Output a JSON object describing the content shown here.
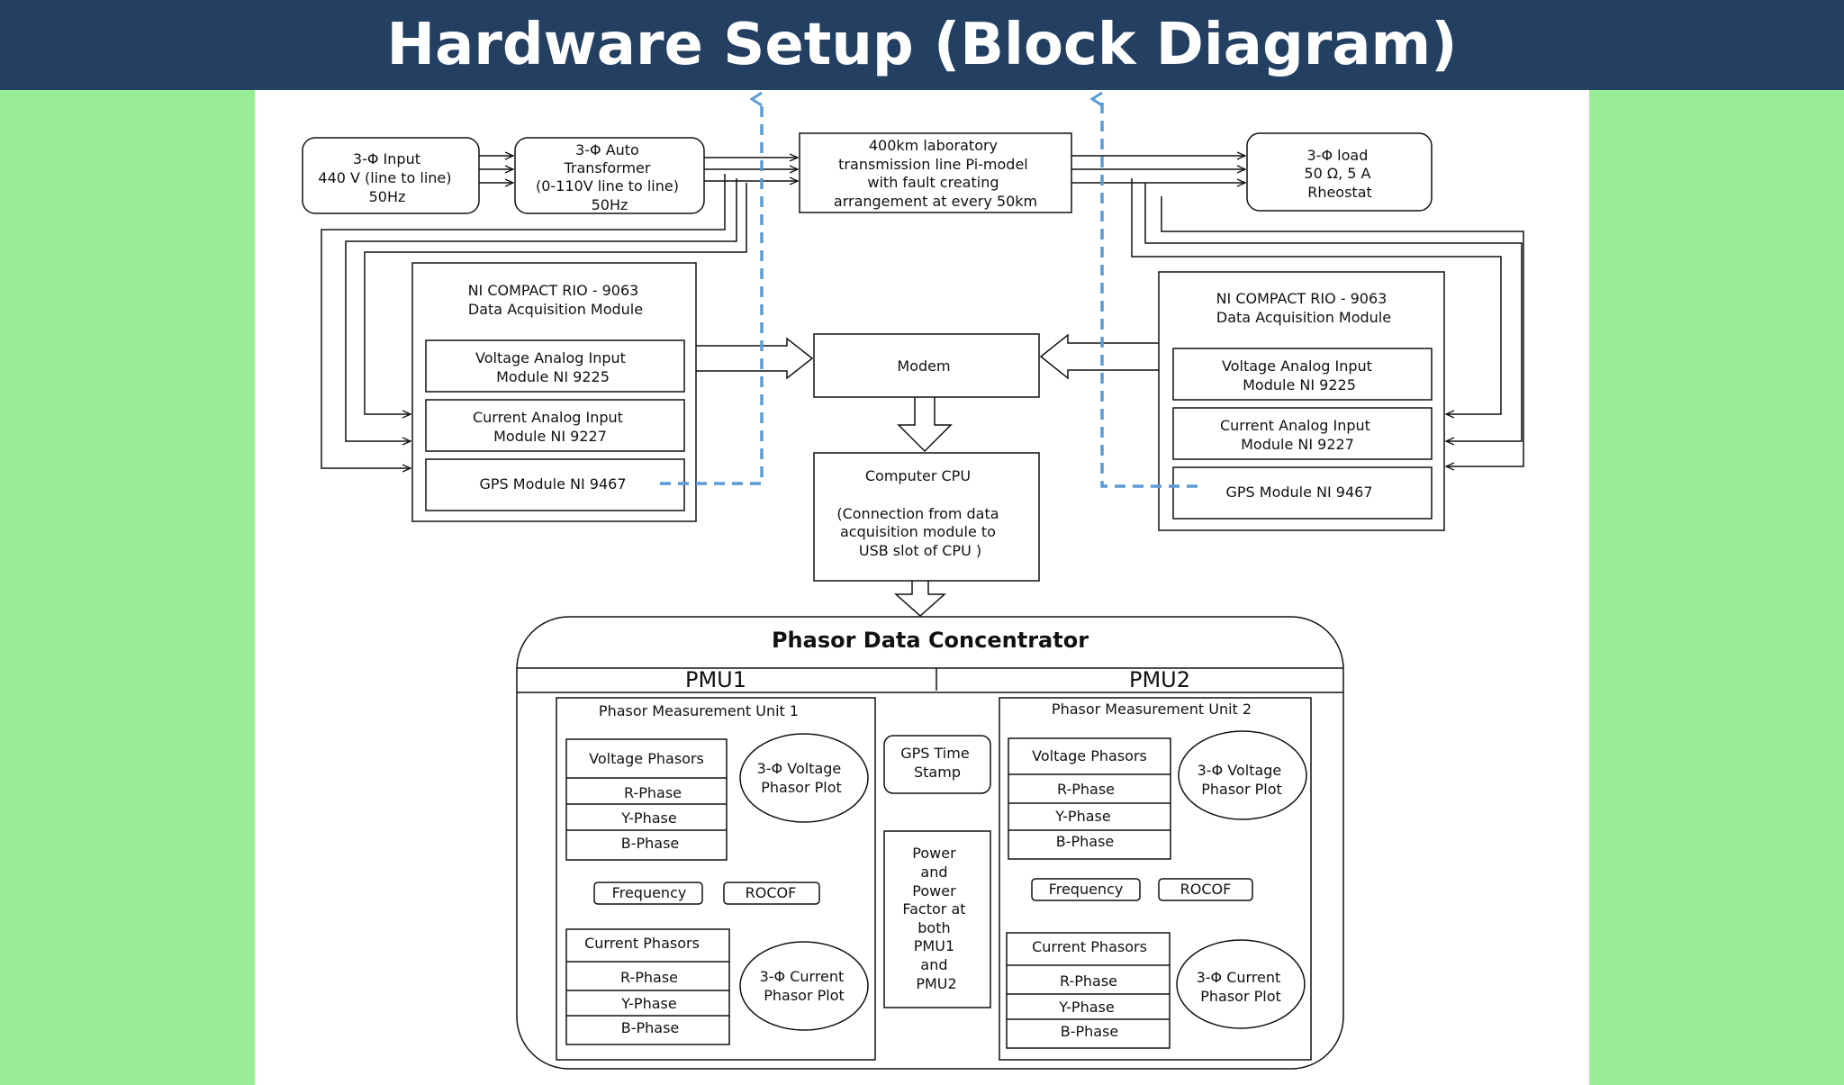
{
  "title": "Hardware Setup (Block Diagram)",
  "colors": {
    "title_bar": "#233f62",
    "side_band": "#99ee95",
    "gps_link": "#5b9bd5"
  },
  "top_row": {
    "input": [
      "3-Φ Input",
      "440 V (line to line)",
      "50Hz"
    ],
    "auto_transformer": [
      "3-Φ Auto",
      "Transformer",
      "(0-110V line to line)",
      "50Hz"
    ],
    "transmission_line": [
      "400km laboratory",
      "transmission line Pi-model",
      "with fault creating",
      "arrangement at every 50km"
    ],
    "load": [
      "3-Φ load",
      "50 Ω, 5 A",
      "Rheostat"
    ]
  },
  "daq_left": {
    "title": [
      "NI COMPACT RIO - 9063",
      "Data Acquisition Module"
    ],
    "voltage_module": [
      "Voltage Analog Input",
      "Module NI 9225"
    ],
    "current_module": [
      "Current Analog Input",
      "Module NI 9227"
    ],
    "gps_module": "GPS Module NI 9467"
  },
  "daq_right": {
    "title": [
      "NI COMPACT RIO - 9063",
      "Data Acquisition Module"
    ],
    "voltage_module": [
      "Voltage Analog Input",
      "Module NI 9225"
    ],
    "current_module": [
      "Current Analog Input",
      "Module NI 9227"
    ],
    "gps_module": "GPS Module NI 9467"
  },
  "modem": "Modem",
  "cpu": [
    "Computer CPU",
    "",
    "(Connection from data",
    "acquisition module to",
    "USB slot of CPU )"
  ],
  "pdc": {
    "title": "Phasor Data Concentrator",
    "pmu1_header": "PMU1",
    "pmu2_header": "PMU2",
    "gps_time_stamp": [
      "GPS Time",
      "Stamp"
    ],
    "power_box": [
      "Power",
      "and",
      "Power",
      "Factor at",
      "both",
      "PMU1",
      "and",
      "PMU2"
    ],
    "pmu1": {
      "title": "Phasor Measurement Unit 1",
      "voltage_phasors": "Voltage Phasors",
      "voltage_phases": [
        "R-Phase",
        "Y-Phase",
        "B-Phase"
      ],
      "voltage_plot": [
        "3-Φ Voltage",
        "Phasor Plot"
      ],
      "frequency": "Frequency",
      "rocof": "ROCOF",
      "current_phasors": "Current Phasors",
      "current_phases": [
        "R-Phase",
        "Y-Phase",
        "B-Phase"
      ],
      "current_plot": [
        "3-Φ Current",
        "Phasor Plot"
      ]
    },
    "pmu2": {
      "title": "Phasor Measurement Unit 2",
      "voltage_phasors": "Voltage Phasors",
      "voltage_phases": [
        "R-Phase",
        "Y-Phase",
        "B-Phase"
      ],
      "voltage_plot": [
        "3-Φ Voltage",
        "Phasor Plot"
      ],
      "frequency": "Frequency",
      "rocof": "ROCOF",
      "current_phasors": "Current Phasors",
      "current_phases": [
        "R-Phase",
        "Y-Phase",
        "B-Phase"
      ],
      "current_plot": [
        "3-Φ Current",
        "Phasor Plot"
      ]
    }
  }
}
